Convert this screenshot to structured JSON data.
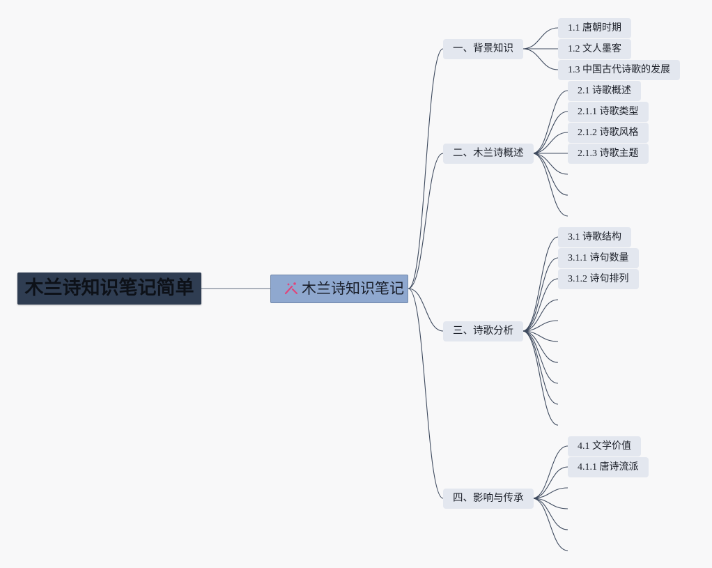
{
  "title": "木兰诗知识笔记简单",
  "root": {
    "label": "木兰诗知识笔记",
    "icon": "sparkle-icon"
  },
  "colors": {
    "title_bg": "#2f3d52",
    "root_bg": "#8fa8cf",
    "node_bg": "#e3e7ef",
    "line": "#3e4a5e",
    "sparkle": "#e0457b"
  },
  "branches": [
    {
      "label": "一、背景知识",
      "children": [
        "1.1 唐朝时期",
        "1.2 文人墨客",
        "1.3 中国古代诗歌的发展"
      ],
      "empty_children": 0
    },
    {
      "label": "二、木兰诗概述",
      "children": [
        "2.1 诗歌概述",
        "2.1.1 诗歌类型",
        "2.1.2 诗歌风格",
        "2.1.3 诗歌主题"
      ],
      "empty_children": 3
    },
    {
      "label": "三、诗歌分析",
      "children": [
        "3.1 诗歌结构",
        "3.1.1 诗句数量",
        "3.1.2 诗句排列"
      ],
      "empty_children": 7
    },
    {
      "label": "四、影响与传承",
      "children": [
        "4.1 文学价值",
        "4.1.1 唐诗流派"
      ],
      "empty_children": 4
    }
  ]
}
